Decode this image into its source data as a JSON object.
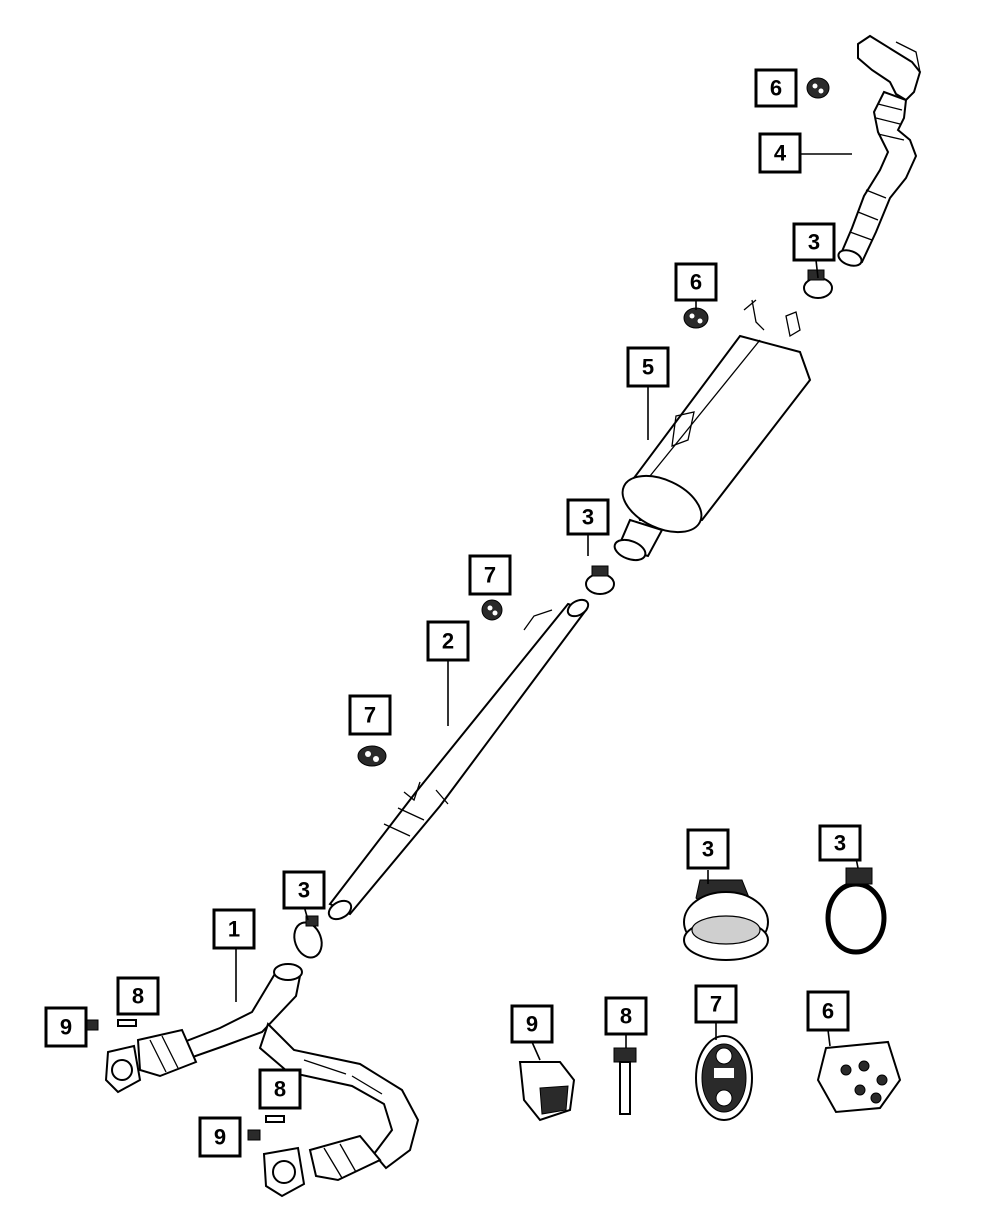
{
  "callouts": {
    "c1": "1",
    "c2": "2",
    "c3a": "3",
    "c3b": "3",
    "c3c": "3",
    "c3d": "3",
    "c3e": "3",
    "c4": "4",
    "c5": "5",
    "c6a": "6",
    "c6b": "6",
    "c6c": "6",
    "c7a": "7",
    "c7b": "7",
    "c7c": "7",
    "c8a": "8",
    "c8b": "8",
    "c8c": "8",
    "c9a": "9",
    "c9b": "9",
    "c9c": "9"
  }
}
